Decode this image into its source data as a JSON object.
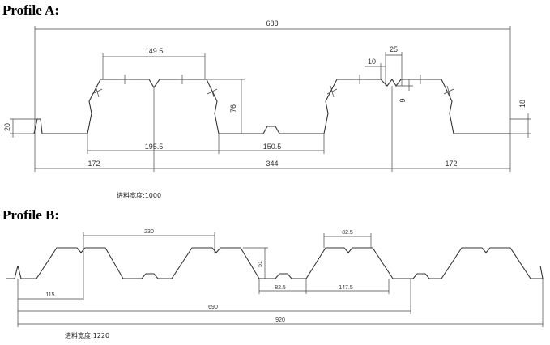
{
  "profile_a": {
    "title": "Profile A",
    "title_colon": ":",
    "dimensions": {
      "total_width": "688",
      "top_flange": "149.5",
      "rib_height": "76",
      "edge_height": "20",
      "pitch": "195.5",
      "bottom_flange": "150.5",
      "left_segment": "172",
      "middle_segment": "344",
      "right_segment": "172",
      "stiffener_width": "25",
      "stiffener_offset": "10",
      "stiffener_depth": "9",
      "right_edge_height": "18"
    },
    "feed_width_note": "进料宽度:1000"
  },
  "profile_b": {
    "title": "Profile B",
    "title_colon": ":",
    "dimensions": {
      "pitch": "230",
      "top_flange": "82.5",
      "rib_height": "51",
      "bottom_flange": "82.5",
      "bottom_span": "147.5",
      "left_segment": "115",
      "middle_span": "690",
      "total_width": "920"
    },
    "feed_width_note": "进料宽度:1220"
  }
}
